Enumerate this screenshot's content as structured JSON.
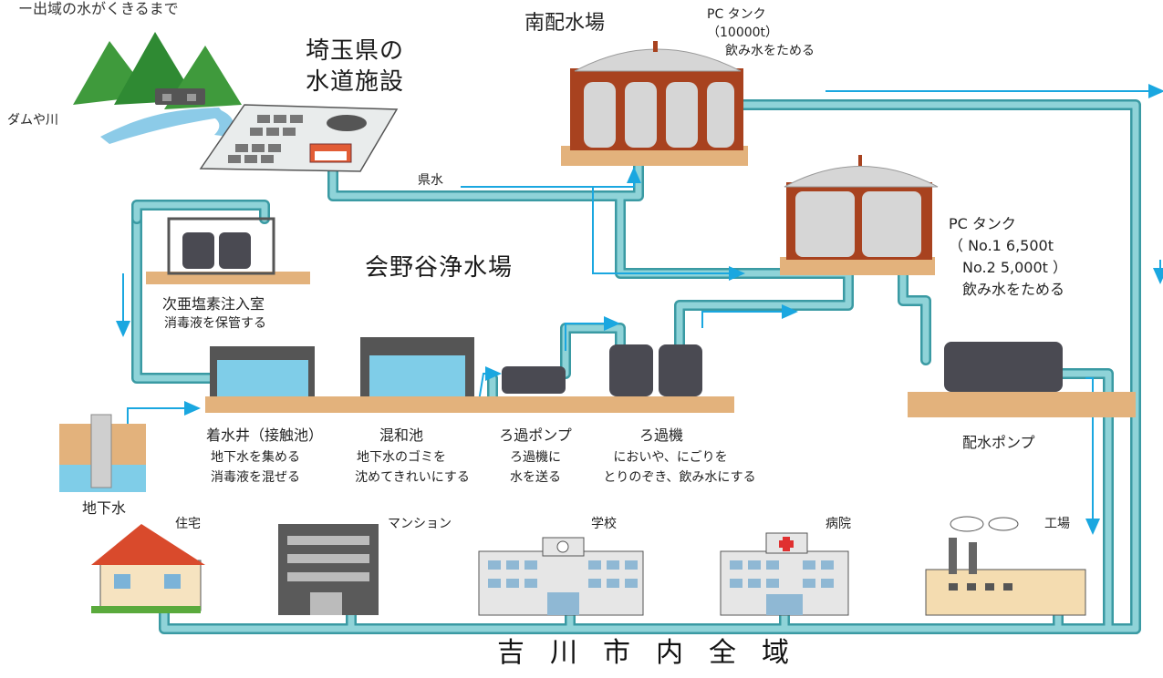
{
  "top_caption": "ー出域の水がくきるまで",
  "labels": {
    "dam_river": "ダムや川",
    "prefecture_title_1": "埼玉県の",
    "prefecture_title_2": "水道施設",
    "prefecture_water": "県水",
    "south_station": "南配水場",
    "pc_tank_south_1": "PC タンク",
    "pc_tank_south_2": "（10000t）",
    "pc_tank_south_3": "飲み水をためる",
    "pc_tank_2_1": "PC タンク",
    "pc_tank_2_2": "（ No.1  6,500t",
    "pc_tank_2_3": "No.2  5,000t ）",
    "pc_tank_2_4": "飲み水をためる",
    "aidaya_plant": "会野谷浄水場",
    "chlorine_room": "次亜塩素注入室",
    "chlorine_desc": "消毒液を保管する",
    "well_title": "着水井（接触池）",
    "well_desc_1": "地下水を集める",
    "well_desc_2": "消毒液を混ぜる",
    "mix_title": "混和池",
    "mix_desc_1": "地下水のゴミを",
    "mix_desc_2": "沈めてきれいにする",
    "filter_pump_title": "ろ過ポンプ",
    "filter_pump_desc_1": "ろ過機に",
    "filter_pump_desc_2": "水を送る",
    "filter_title": "ろ過機",
    "filter_desc_1": "においや、にごりを",
    "filter_desc_2": "とりのぞき、飲み水にする",
    "distribution_pump": "配水ポンプ",
    "groundwater": "地下水",
    "house": "住宅",
    "mansion": "マンション",
    "school": "学校",
    "hospital": "病院",
    "factory": "工場",
    "footer": "吉川市内全域"
  },
  "colors": {
    "pipe": "#8fd3d8",
    "pipe_edge": "#3a9aa3",
    "arrow": "#1aa7e0",
    "ground": "#e3b27c",
    "brick": "#a8421f",
    "tank_gray": "#d6d6d6",
    "machine": "#4a4a52",
    "water": "#7fcde8"
  }
}
